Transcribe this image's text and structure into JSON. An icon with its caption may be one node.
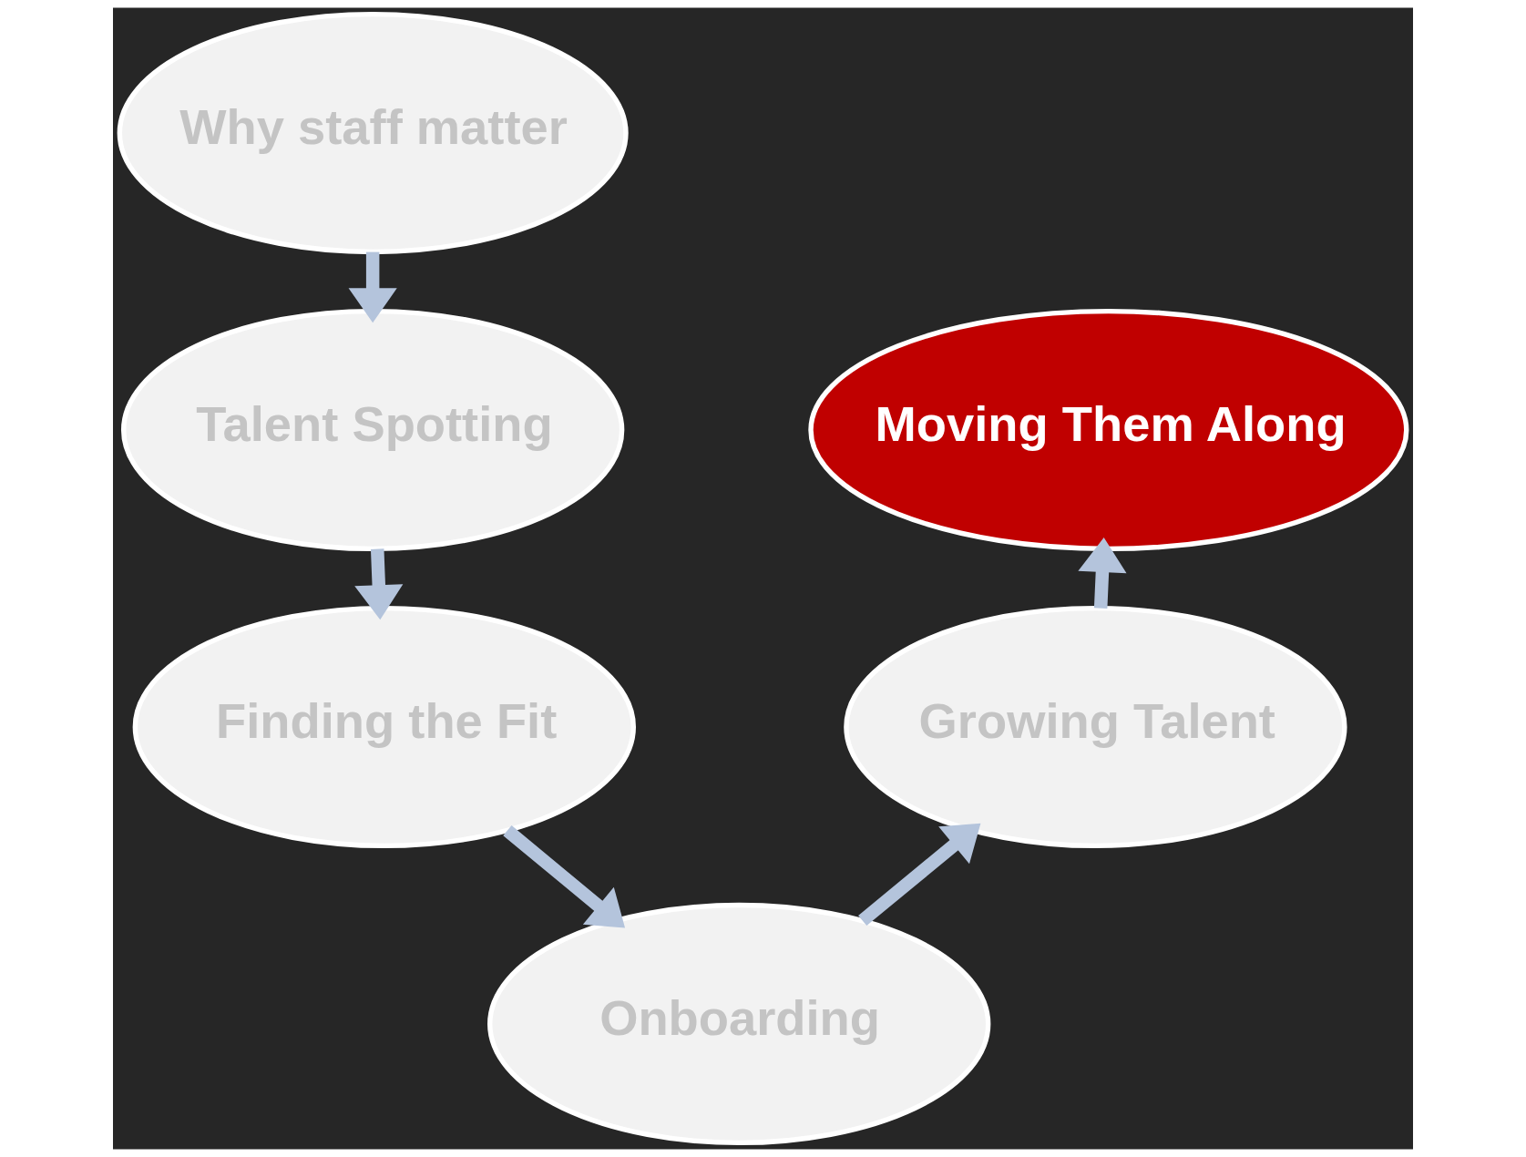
{
  "diagram": {
    "nodes": [
      {
        "text": [
          "Why staff matter"
        ]
      },
      {
        "text": [
          "Talent Spotting"
        ]
      },
      {
        "text": [
          "Finding the Fit"
        ]
      },
      {
        "text": [
          "Onboarding"
        ]
      },
      {
        "text": [
          "Growing Talent"
        ]
      },
      {
        "text": [
          "Moving Them Along"
        ]
      }
    ],
    "edges": [
      {
        "from": 0,
        "to": 1,
        "arrow": "to"
      },
      {
        "from": 1,
        "to": 2,
        "arrow": "to"
      },
      {
        "from": 2,
        "to": 3,
        "arrow": "to"
      },
      {
        "from": 3,
        "to": 4,
        "arrow": "to"
      },
      {
        "from": 4,
        "to": 5,
        "arrow": "to"
      }
    ]
  }
}
